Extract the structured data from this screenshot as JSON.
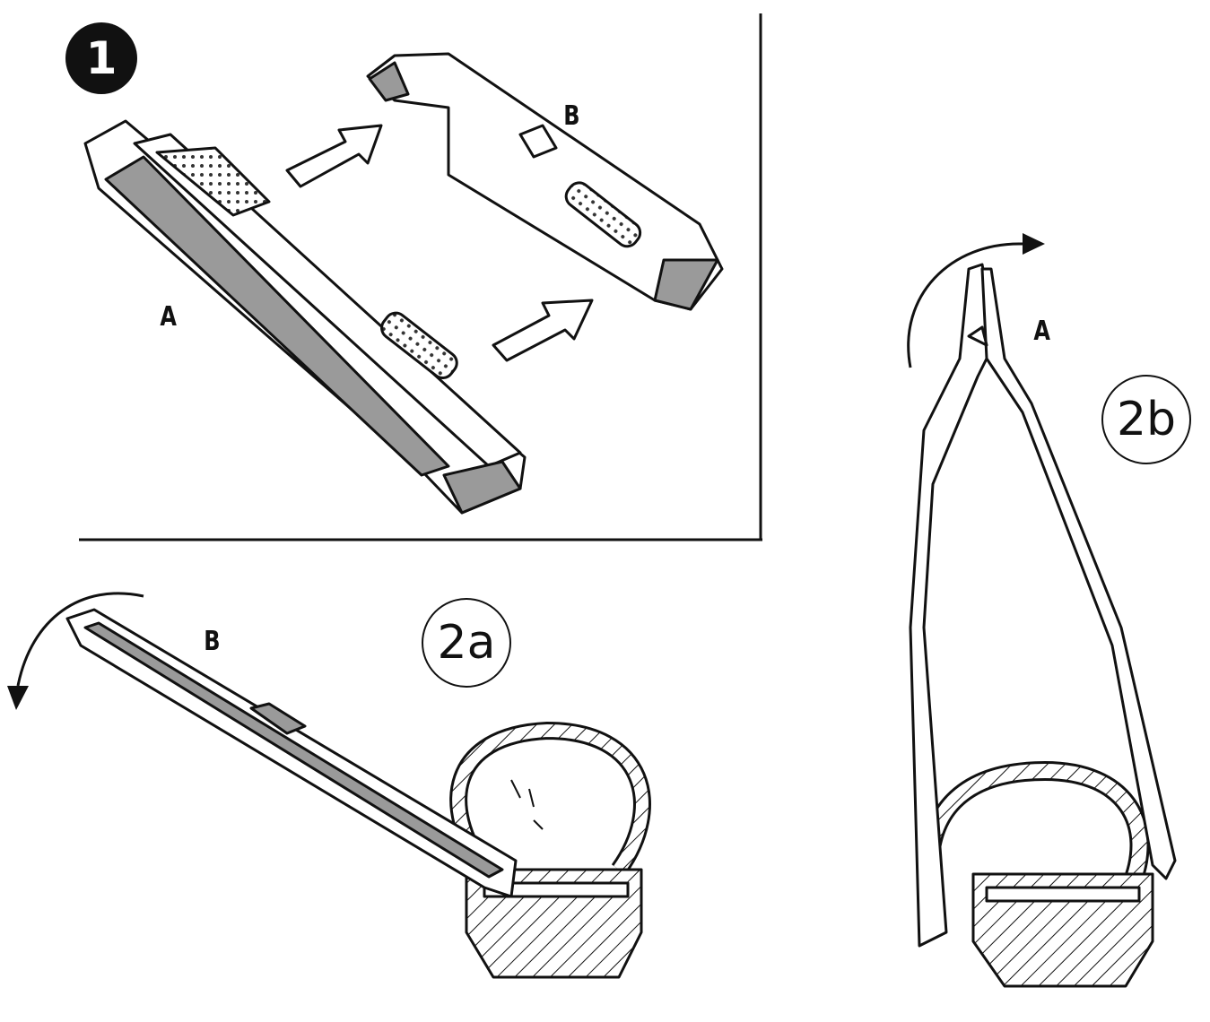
{
  "step1": {
    "badge": "1",
    "label_a": "A",
    "label_b": "B"
  },
  "step2a": {
    "badge": "2a",
    "label_b": "B"
  },
  "step2b": {
    "badge": "2b",
    "label_a": "A"
  },
  "colors": {
    "ink": "#111111",
    "shade": "#9a9a9a",
    "paper": "#ffffff"
  }
}
